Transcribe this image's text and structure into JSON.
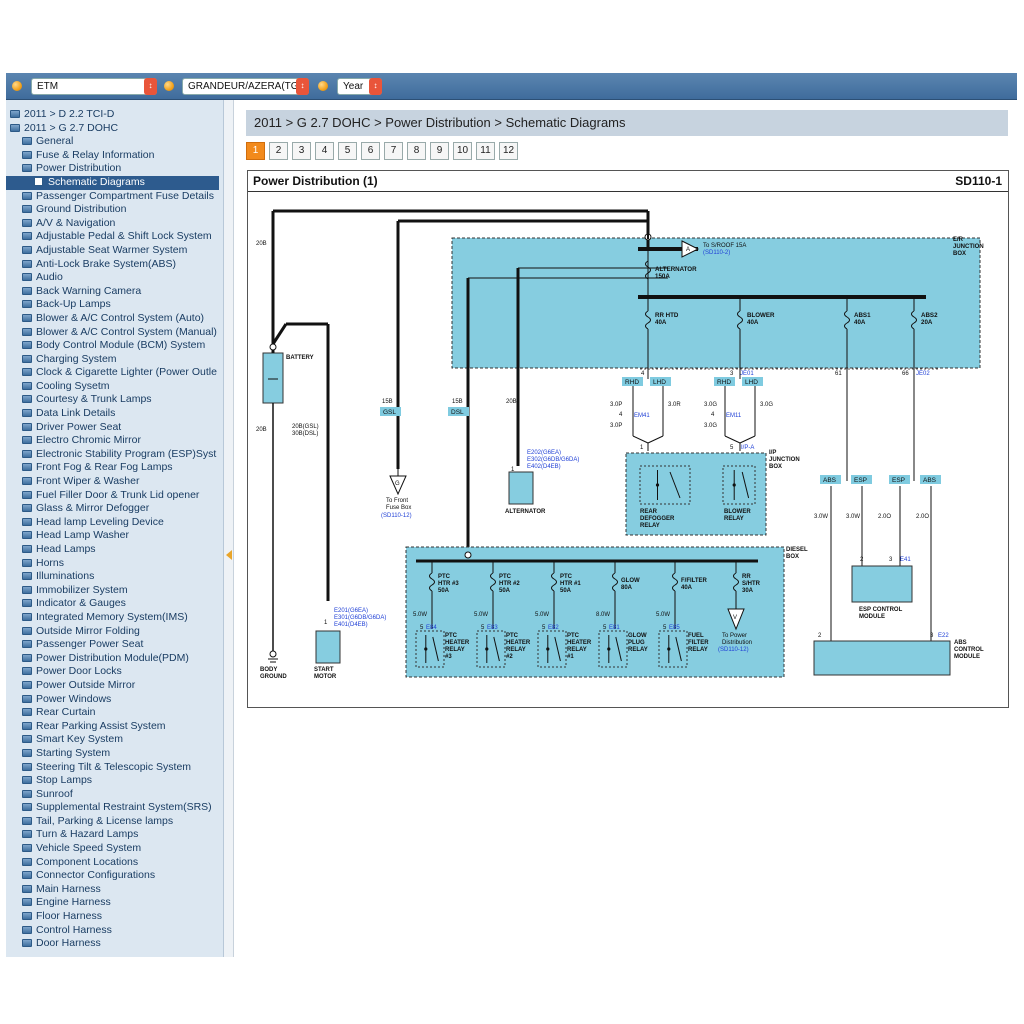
{
  "topbar": {
    "select_1": "ETM",
    "select_2": "GRANDEUR/AZERA(TG)",
    "select_3": "Year"
  },
  "sidebar": {
    "items": [
      {
        "label": "2011 > D 2.2 TCI-D",
        "level": 0
      },
      {
        "label": "2011 > G 2.7 DOHC",
        "level": 0
      },
      {
        "label": "General",
        "level": 1
      },
      {
        "label": "Fuse & Relay Information",
        "level": 1
      },
      {
        "label": "Power Distribution",
        "level": 1
      },
      {
        "label": "Schematic Diagrams",
        "level": 2,
        "selected": true
      },
      {
        "label": "Passenger Compartment Fuse Details",
        "level": 1
      },
      {
        "label": "Ground Distribution",
        "level": 1
      },
      {
        "label": "A/V & Navigation",
        "level": 1
      },
      {
        "label": "Adjustable Pedal & Shift Lock System",
        "level": 1
      },
      {
        "label": "Adjustable Seat Warmer System",
        "level": 1
      },
      {
        "label": "Anti-Lock Brake System(ABS)",
        "level": 1
      },
      {
        "label": "Audio",
        "level": 1
      },
      {
        "label": "Back Warning Camera",
        "level": 1
      },
      {
        "label": "Back-Up Lamps",
        "level": 1
      },
      {
        "label": "Blower & A/C Control System (Auto)",
        "level": 1
      },
      {
        "label": "Blower & A/C Control System (Manual)",
        "level": 1
      },
      {
        "label": "Body Control Module (BCM) System",
        "level": 1
      },
      {
        "label": "Charging System",
        "level": 1
      },
      {
        "label": "Clock & Cigarette Lighter (Power Outle",
        "level": 1
      },
      {
        "label": "Cooling Sysetm",
        "level": 1
      },
      {
        "label": "Courtesy & Trunk Lamps",
        "level": 1
      },
      {
        "label": "Data Link Details",
        "level": 1
      },
      {
        "label": "Driver Power Seat",
        "level": 1
      },
      {
        "label": "Electro Chromic Mirror",
        "level": 1
      },
      {
        "label": "Electronic Stability Program (ESP)Syst",
        "level": 1
      },
      {
        "label": "Front Fog & Rear Fog Lamps",
        "level": 1
      },
      {
        "label": "Front Wiper & Washer",
        "level": 1
      },
      {
        "label": "Fuel Filler Door & Trunk Lid opener",
        "level": 1
      },
      {
        "label": "Glass & Mirror Defogger",
        "level": 1
      },
      {
        "label": "Head lamp Leveling Device",
        "level": 1
      },
      {
        "label": "Head Lamp Washer",
        "level": 1
      },
      {
        "label": "Head Lamps",
        "level": 1
      },
      {
        "label": "Horns",
        "level": 1
      },
      {
        "label": "Illuminations",
        "level": 1
      },
      {
        "label": "Immobilizer System",
        "level": 1
      },
      {
        "label": "Indicator & Gauges",
        "level": 1
      },
      {
        "label": "Integrated Memory System(IMS)",
        "level": 1
      },
      {
        "label": "Outside Mirror Folding",
        "level": 1
      },
      {
        "label": "Passenger Power Seat",
        "level": 1
      },
      {
        "label": "Power Distribution Module(PDM)",
        "level": 1
      },
      {
        "label": "Power Door Locks",
        "level": 1
      },
      {
        "label": "Power Outside Mirror",
        "level": 1
      },
      {
        "label": "Power Windows",
        "level": 1
      },
      {
        "label": "Rear Curtain",
        "level": 1
      },
      {
        "label": "Rear Parking Assist System",
        "level": 1
      },
      {
        "label": "Smart Key System",
        "level": 1
      },
      {
        "label": "Starting System",
        "level": 1
      },
      {
        "label": "Steering Tilt & Telescopic System",
        "level": 1
      },
      {
        "label": "Stop Lamps",
        "level": 1
      },
      {
        "label": "Sunroof",
        "level": 1
      },
      {
        "label": "Supplemental Restraint System(SRS)",
        "level": 1
      },
      {
        "label": "Tail, Parking & License lamps",
        "level": 1
      },
      {
        "label": "Turn & Hazard Lamps",
        "level": 1
      },
      {
        "label": "Vehicle Speed System",
        "level": 1
      },
      {
        "label": "Component Locations",
        "level": 1
      },
      {
        "label": "Connector Configurations",
        "level": 1
      },
      {
        "label": "Main Harness",
        "level": 1
      },
      {
        "label": "Engine Harness",
        "level": 1
      },
      {
        "label": "Floor Harness",
        "level": 1
      },
      {
        "label": "Control Harness",
        "level": 1
      },
      {
        "label": "Door Harness",
        "level": 1
      }
    ]
  },
  "content": {
    "breadcrumb": "2011 > G 2.7 DOHC > Power Distribution > Schematic Diagrams",
    "pages": [
      "1",
      "2",
      "3",
      "4",
      "5",
      "6",
      "7",
      "8",
      "9",
      "10",
      "11",
      "12"
    ],
    "current_page": "1"
  },
  "diagram": {
    "title": "Power Distribution (1)",
    "code": "SD110-1",
    "colors": {
      "box_fill": "#86cde0",
      "wire": "#111111",
      "link_blue": "#1f3fd6"
    },
    "labels": {
      "er_junction_box": [
        "E/R",
        "JUNCTION",
        "BOX"
      ],
      "ip_junction_box": [
        "I/P",
        "JUNCTION",
        "BOX"
      ],
      "diesel_box": [
        "DIESEL",
        "BOX"
      ],
      "to_sroof": "To S/ROOF 15A",
      "to_sroof_ref": "(SD110-2)",
      "alternator_fuse": [
        "ALTERNATOR",
        "150A"
      ],
      "fuses_er": [
        {
          "name": "RR HTD",
          "amp": "40A"
        },
        {
          "name": "BLOWER",
          "amp": "40A"
        },
        {
          "name": "ABS1",
          "amp": "40A"
        },
        {
          "name": "ABS2",
          "amp": "20A"
        }
      ],
      "fuses_diesel": [
        {
          "name": "PTC HTR #3",
          "amp": "50A"
        },
        {
          "name": "PTC HTR #2",
          "amp": "50A"
        },
        {
          "name": "PTC HTR #1",
          "amp": "50A"
        },
        {
          "name": "GLOW",
          "amp": "80A"
        },
        {
          "name": "F/FILTER",
          "amp": "40A"
        },
        {
          "name": "RR S/HTR",
          "amp": "30A"
        }
      ],
      "relays_diesel": [
        {
          "conn": "E84",
          "name": [
            "PTC",
            "HEATER",
            "RELAY",
            "#3"
          ]
        },
        {
          "conn": "E83",
          "name": [
            "PTC",
            "HEATER",
            "RELAY",
            "#2"
          ]
        },
        {
          "conn": "E82",
          "name": [
            "PTC",
            "HEATER",
            "RELAY",
            "#1"
          ]
        },
        {
          "conn": "E81",
          "name": [
            "GLOW",
            "PLUG",
            "RELAY"
          ]
        },
        {
          "conn": "E85",
          "name": [
            "FUEL",
            "FILTER",
            "RELAY"
          ]
        }
      ],
      "battery": "BATTERY",
      "body_ground": [
        "BODY",
        "GROUND"
      ],
      "start_motor": [
        "START",
        "MOTOR"
      ],
      "alternator": "ALTERNATOR",
      "to_front_fuse": [
        "To Front",
        "Fuse Box"
      ],
      "to_front_fuse_ref": "(SD110-12)",
      "to_power_dist": [
        "To Power",
        "Distribution"
      ],
      "to_power_dist_ref": "(SD110-12)",
      "rear_defogger_relay": [
        "REAR",
        "DEFOGGER",
        "RELAY"
      ],
      "blower_relay": [
        "BLOWER",
        "RELAY"
      ],
      "esp_module": [
        "ESP CONTROL",
        "MODULE"
      ],
      "abs_module": [
        "ABS",
        "CONTROL",
        "MODULE"
      ],
      "wire_20b_left": "20B",
      "wire_20b_bat": "20B",
      "wire_starter": [
        "20B(GSL)",
        "30B(DSL)"
      ],
      "wire_15b_1": "15B",
      "wire_15b_2": "15B",
      "wire_20b_alt": "20B",
      "tag_gsl": "GSL",
      "tag_dsl": "DSL",
      "starter_conns": [
        "E201(G6EA)",
        "E301(G6DB/G6DA)",
        "E401(D4EB)"
      ],
      "alt_conns": [
        "E202(G6EA)",
        "E302(G6DB/G6DA)",
        "E402(D4EB)"
      ],
      "er_pins": {
        "p4": "4",
        "p3": "3",
        "je01": "JE01",
        "p61": "61",
        "p66": "66",
        "je02": "JE02"
      },
      "rhd": "RHD",
      "lhd": "LHD",
      "wire_30p": "3.0P",
      "wire_30r": "3.0R",
      "wire_30g": "3.0G",
      "em41": "EM41",
      "em11": "EM11",
      "ipa": "I/P-A",
      "abs_tag": "ABS",
      "esp_tag": "ESP",
      "wire_30w": "3.0W",
      "wire_20o": "2.0O",
      "wire_50w": "5.0W",
      "wire_80w": "8.0W",
      "e41": "E41",
      "e22": "E22",
      "conn_a": "A",
      "conn_g": "G",
      "conn_v": "V"
    }
  }
}
